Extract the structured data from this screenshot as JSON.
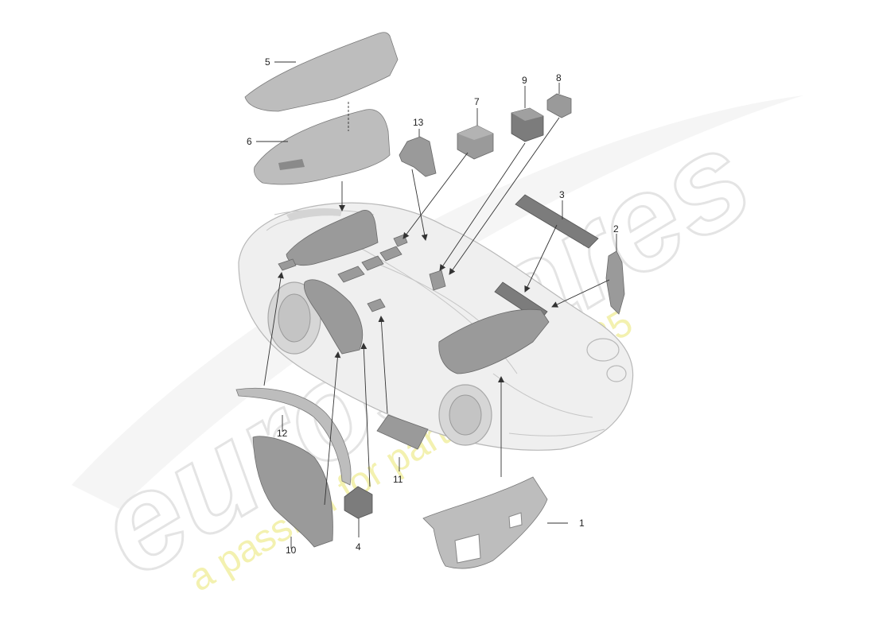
{
  "callouts": [
    {
      "id": "1",
      "label": "1"
    },
    {
      "id": "2",
      "label": "2"
    },
    {
      "id": "3",
      "label": "3"
    },
    {
      "id": "4",
      "label": "4"
    },
    {
      "id": "5",
      "label": "5"
    },
    {
      "id": "6",
      "label": "6"
    },
    {
      "id": "7",
      "label": "7"
    },
    {
      "id": "8",
      "label": "8"
    },
    {
      "id": "9",
      "label": "9"
    },
    {
      "id": "10",
      "label": "10"
    },
    {
      "id": "11",
      "label": "11"
    },
    {
      "id": "12",
      "label": "12"
    },
    {
      "id": "13",
      "label": "13"
    }
  ],
  "watermark": {
    "brand": "eurospares",
    "tagline": "a passion for parts since 1985",
    "brand_color": "#e6e6e6",
    "tagline_color": "#f2f0a8"
  },
  "colors": {
    "background": "#ffffff",
    "part": "#9a9a9a",
    "car_body": "#efefef"
  }
}
